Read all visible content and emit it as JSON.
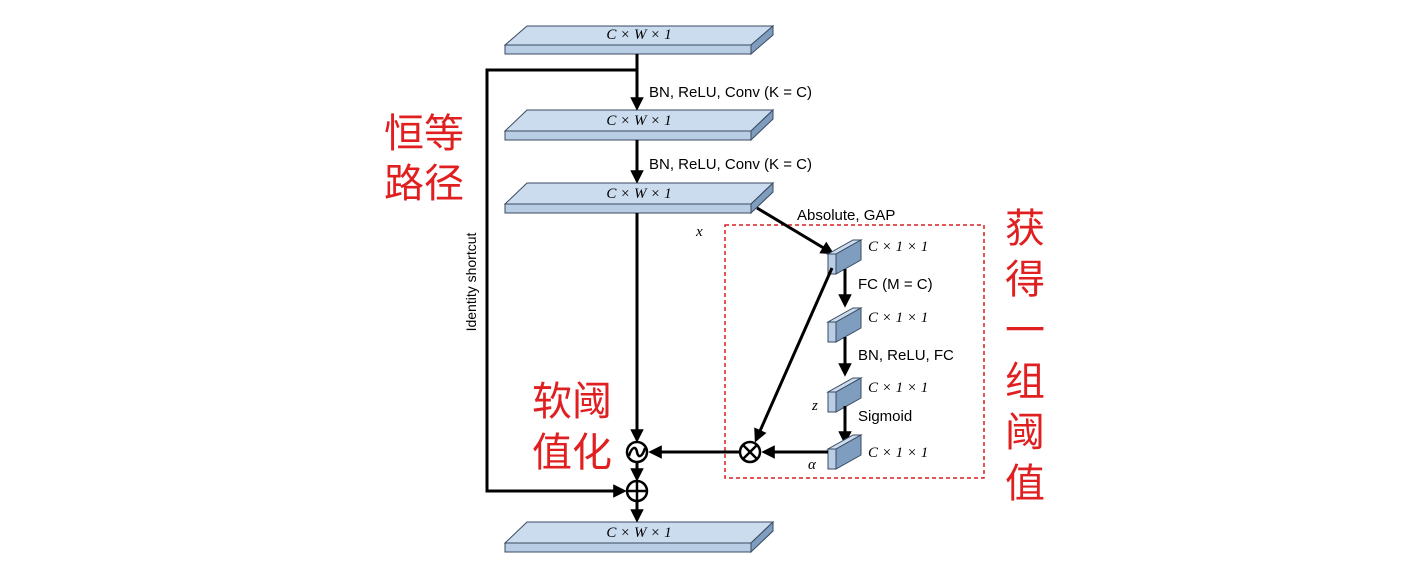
{
  "tensors": {
    "input": "C × W × 1",
    "layer1": "C × W × 1",
    "layer2": "C × W × 1",
    "output": "C × W × 1"
  },
  "ops": {
    "conv1": "BN, ReLU, Conv (K = C)",
    "conv2": "BN, ReLU, Conv (K = C)",
    "abs_gap": "Absolute, GAP",
    "fc1": "FC (M = C)",
    "bn_relu_fc": "BN, ReLU, FC",
    "sigmoid": "Sigmoid"
  },
  "vars": {
    "x": "x",
    "z": "z",
    "alpha": "α"
  },
  "branch_tensors": {
    "t1": "C × 1 × 1",
    "t2": "C × 1 × 1",
    "t3": "C × 1 × 1",
    "t4": "C × 1 × 1"
  },
  "shortcut_label": "Identity shortcut",
  "annotations": {
    "identity_path": [
      "恒等",
      "路径"
    ],
    "soft_threshold": [
      "软阈",
      "值化"
    ],
    "get_thresholds": [
      "获",
      "得",
      "一",
      "组",
      "阈",
      "值"
    ]
  },
  "colors": {
    "block_fill": "#b9cde5",
    "block_side": "#7f9dbf",
    "annotation": "#e02020"
  }
}
